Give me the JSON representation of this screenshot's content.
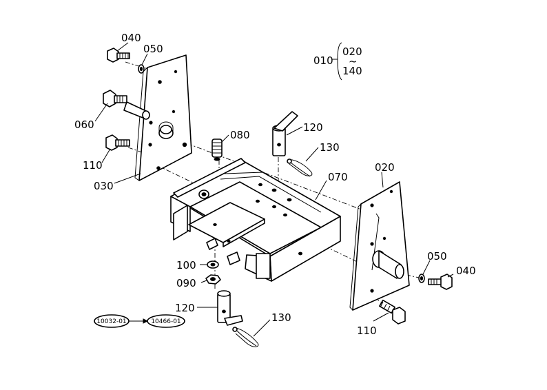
{
  "labels": {
    "p010": "010",
    "p020_top": "020",
    "p140": "140",
    "tilde": "~",
    "p040_left": "040",
    "p050_left": "050",
    "p060": "060",
    "p110_left": "110",
    "p030": "030",
    "p080": "080",
    "p120_top": "120",
    "p130_top": "130",
    "p070": "070",
    "p020_right": "020",
    "p050_right": "050",
    "p040_right": "040",
    "p110_right": "110",
    "p100": "100",
    "p090": "090",
    "p120_bottom": "120",
    "p130_bottom": "130"
  },
  "serial_range": {
    "from": "10032-01",
    "to": "10466-01"
  }
}
